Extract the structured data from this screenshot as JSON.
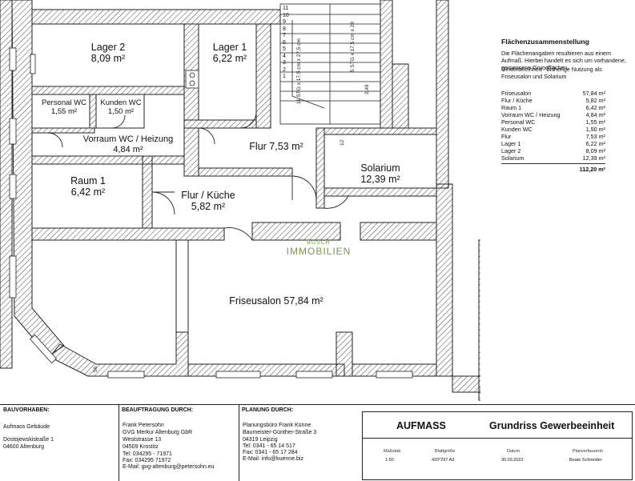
{
  "rooms": {
    "lager2": {
      "name": "Lager 2",
      "area": "8,09 m²"
    },
    "lager1": {
      "name": "Lager 1",
      "area": "6,22 m²"
    },
    "personal_wc": {
      "name": "Personal WC",
      "area": "1,55 m²"
    },
    "kunden_wc": {
      "name": "Kunden WC",
      "area": "1,50 m²"
    },
    "vorraum": {
      "name": "Vorraum WC / Heizung",
      "area": "4,84 m²"
    },
    "flur": {
      "label": "Flur 7,53 m²"
    },
    "solarium": {
      "name": "Solarium",
      "area": "12,39 m²"
    },
    "raum1": {
      "name": "Raum 1",
      "area": "6,42 m²"
    },
    "flur_kueche": {
      "name": "Flur / Küche",
      "area": "5,82 m²"
    },
    "friseusalon": {
      "label": "Friseusalon 57,84 m²"
    }
  },
  "stairs": {
    "numbers": [
      "11",
      "10",
      "9",
      "8",
      "7",
      "6",
      "5",
      "4",
      "3",
      "2",
      "1"
    ],
    "label_left": "11 STG x 17,5 cm x 27,5 cm",
    "label_right": "5 STG x 17,5 cm x 28",
    "dim1": "2,49",
    "dim2": "12"
  },
  "dim_56": "56",
  "watermark": {
    "top": "BUSCH",
    "bottom": "IMMOBILIEN"
  },
  "legend": {
    "title": "Flächenzusammenstellung",
    "note": "Die Flächenangaben resultieren aus einem Aufmaß. Hierbei handelt es sich um vorhandene, gemessene Grundflächen.",
    "subtitle": "Gewerbeeinheit - bisherige Nutzung als Friseusalon und Solarium",
    "rows": [
      {
        "name": "Friseusalon",
        "value": "57,84 m²"
      },
      {
        "name": "Flur / Küche",
        "value": "5,82 m²"
      },
      {
        "name": "Raum 1",
        "value": "6,42 m²"
      },
      {
        "name": "Vorraum WC / Heizung",
        "value": "4,84 m²"
      },
      {
        "name": "Personal WC",
        "value": "1,55 m²"
      },
      {
        "name": "Kunden WC",
        "value": "1,50 m²"
      },
      {
        "name": "Flur",
        "value": "7,53 m²"
      },
      {
        "name": "Lager 1",
        "value": "6,22 m²"
      },
      {
        "name": "Lager 2",
        "value": "8,09 m²"
      },
      {
        "name": "Solarium",
        "value": "12,39 m²"
      }
    ],
    "total": "112,20 m²"
  },
  "title_block": {
    "bauvorhaben": {
      "heading": "BAUVORHABEN:",
      "lines": [
        "Aufmass Gebäude",
        "Dostojewskistraße 1",
        "04600 Altenburg"
      ]
    },
    "beauftragung": {
      "heading": "BEAUFTRAGUNG DURCH:",
      "lines": [
        "Frank Petersohn",
        "GVG Merkur Altenburg GbR",
        "Weststrasse 13",
        "04509 Krostitz",
        "Tel: 034295 - 71971",
        "Fax: 034295  71972",
        "E-Mail: gvg-altenburg@petersohn.eu"
      ]
    },
    "planung": {
      "heading": "PLANUNG DURCH:",
      "lines": [
        "Planungsbüro Frank Künne",
        "Baumeister-Günther-Straße 3",
        "04319 Leipzig",
        "Tel: 0341 - 65 14 517",
        "Fax: 0341 - 65 17 284",
        "E-Mail: info@kuenne.biz"
      ]
    },
    "aufmass": "AUFMASS",
    "grundriss": "Grundriss Gewerbeeinheit",
    "cells": {
      "massstab_h": "Maßstab",
      "massstab_v": "1:50",
      "blatt_h": "Blattgröße",
      "blatt_v": "420*297 A3",
      "datum_h": "Datum",
      "datum_v": "30.03.2022",
      "plan_h": "Planverfasserin",
      "plan_v": "Beate Schneider"
    }
  }
}
